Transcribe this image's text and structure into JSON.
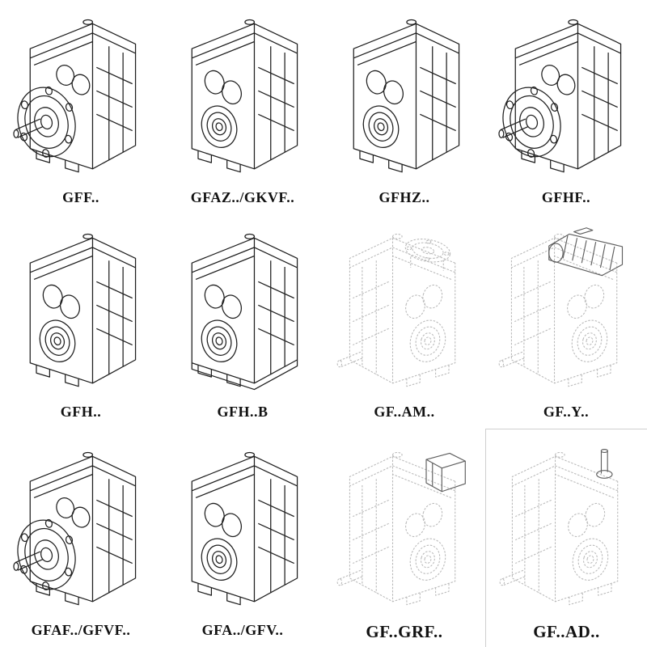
{
  "page": {
    "background": "#ffffff",
    "description_label": "gear-unit-model-catalog"
  },
  "colors": {
    "ink": "#1f1f1f",
    "faint": "#b9b9b9",
    "mid": "#5f5f5f",
    "background": "#ffffff"
  },
  "catalog": {
    "items": [
      {
        "label": "GFF..",
        "variant": "flange"
      },
      {
        "label": "GFAZ../GKVF..",
        "variant": "hollow"
      },
      {
        "label": "GFHZ..",
        "variant": "hollow"
      },
      {
        "label": "GFHF..",
        "variant": "flange"
      },
      {
        "label": "GFH..",
        "variant": "hollow"
      },
      {
        "label": "GFH..B",
        "variant": "hollow-base"
      },
      {
        "label": "GF..AM..",
        "variant": "light-adapter"
      },
      {
        "label": "GF..Y..",
        "variant": "light-motor"
      },
      {
        "label": "GFAF../GFVF..",
        "variant": "flange"
      },
      {
        "label": "GFA../GFV..",
        "variant": "hollow"
      },
      {
        "label": "GF..GRF..",
        "variant": "light-grf"
      },
      {
        "label": "GF..AD..",
        "variant": "light-ad"
      }
    ]
  }
}
